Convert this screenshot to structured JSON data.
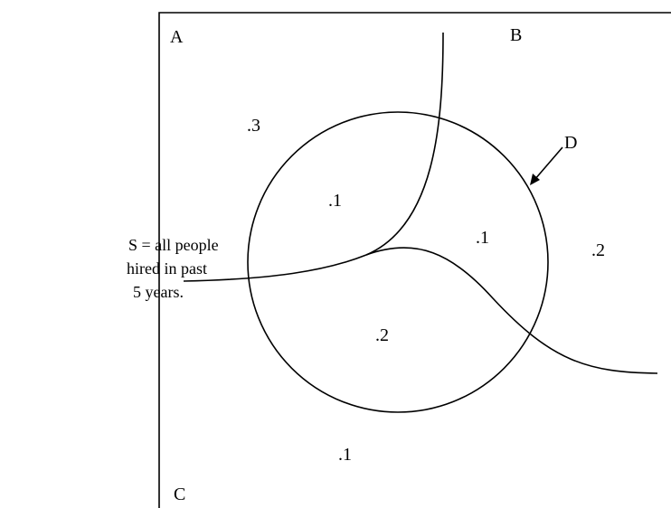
{
  "region_labels": {
    "a": "A",
    "b": "B",
    "c": "C",
    "d": "D"
  },
  "probabilities": {
    "a_outside_d": ".3",
    "a_inside_d": ".1",
    "b_inside_d": ".1",
    "b_outside_d": ".2",
    "c_inside_d": ".2",
    "c_outside_d": ".1"
  },
  "sample_space": {
    "line1": "S = all people",
    "line2": "hired in past",
    "line3": "5 years."
  }
}
